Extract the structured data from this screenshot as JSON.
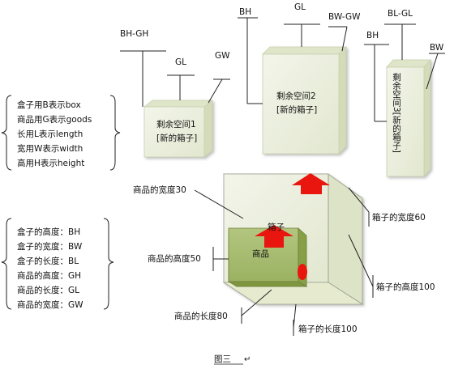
{
  "top_labels": {
    "bh_gh": "BH-GH",
    "gl_1": "GL",
    "gw": "GW",
    "bh": "BH",
    "gl_2": "GL",
    "bw_gw": "BW-GW",
    "bh_2": "BH",
    "bl_gl": "BL-GL",
    "bw": "BW"
  },
  "spaces": {
    "space1_title": "剩余空间1",
    "space1_sub": "[新的箱子]",
    "space2_title": "剩余空间2",
    "space2_sub": "[新的箱子]",
    "space3_text": "剩余空间3[新的箱子]"
  },
  "legend_top": [
    "盒子用B表示box",
    "商品用G表示goods",
    "长用L表示length",
    "宽用W表示width",
    "高用H表示height"
  ],
  "legend_bottom": [
    "盒子的高度：BH",
    "盒子的宽度：BW",
    "盒子的长度：BL",
    "商品的高度：GH",
    "商品的长度：GL",
    "商品的宽度：GW"
  ],
  "main_labels": {
    "goods_width": "商品的宽度30",
    "box_width": "箱子的宽度60",
    "box_word": "箱子",
    "goods_word": "商品",
    "goods_height": "商品的高度50",
    "box_height": "箱子的高度100",
    "goods_length": "商品的长度80",
    "box_length": "箱子的长度100"
  },
  "caption": "图三",
  "colors": {
    "box_face": "#eef1e2",
    "box_top": "#e3e8d0",
    "box_side": "#d9dfc4",
    "goods_front": "#a9bd71",
    "goods_top": "#93ab55",
    "arrow_red": "#e8160f"
  }
}
